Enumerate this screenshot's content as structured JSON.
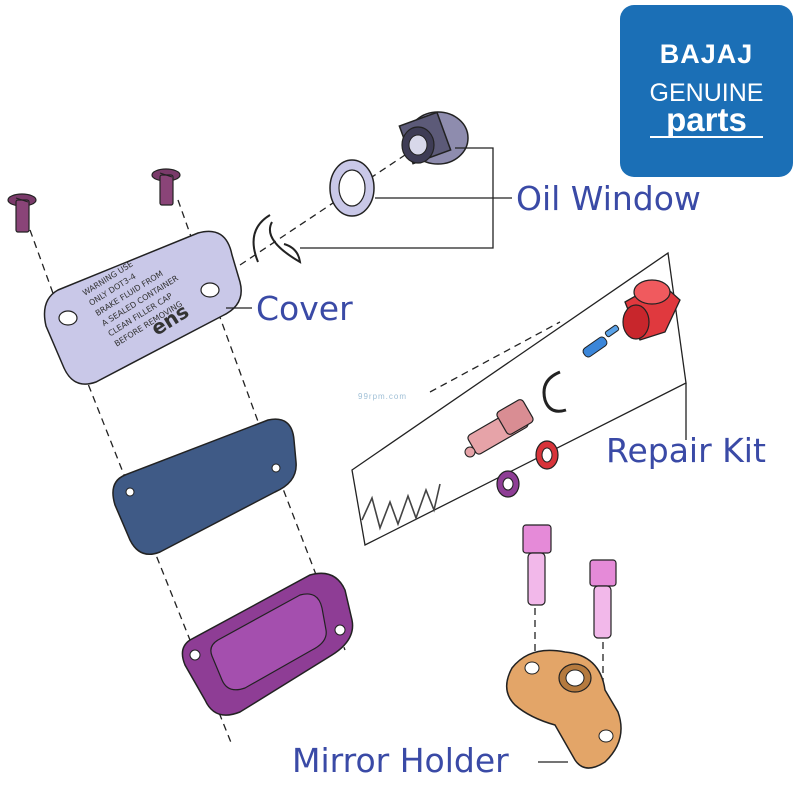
{
  "brand": {
    "line1": "BAJAJ",
    "line2": "GENUINE",
    "line3": "parts",
    "color": "#1b6fb6"
  },
  "labels": {
    "oil_window": "Oil Window",
    "cover": "Cover",
    "repair_kit": "Repair Kit",
    "mirror_holder": "Mirror Holder",
    "color": "#3a4aa6"
  },
  "cover_warning": [
    "WARNING USE",
    "ONLY DOT3-4",
    "BRAKE FLUID FROM",
    "A SEALED CONTAINER",
    "CLEAN FILLER CAP",
    "BEFORE REMOVING"
  ],
  "cover_logo": "ens",
  "watermark": "99rpm.com",
  "part_colors": {
    "screws": "#7a3a6a",
    "cover": "#c9c8e8",
    "gasket": "#3f5a86",
    "diaphragm": "#8e3d95",
    "oil_window": "#5c5a78",
    "repair_kit_cap": "#e0393e",
    "piston": "#e6a3a8",
    "blue_pin": "#3b86d9",
    "bolts": "#e58ad8",
    "mirror_holder": "#e3a568"
  }
}
